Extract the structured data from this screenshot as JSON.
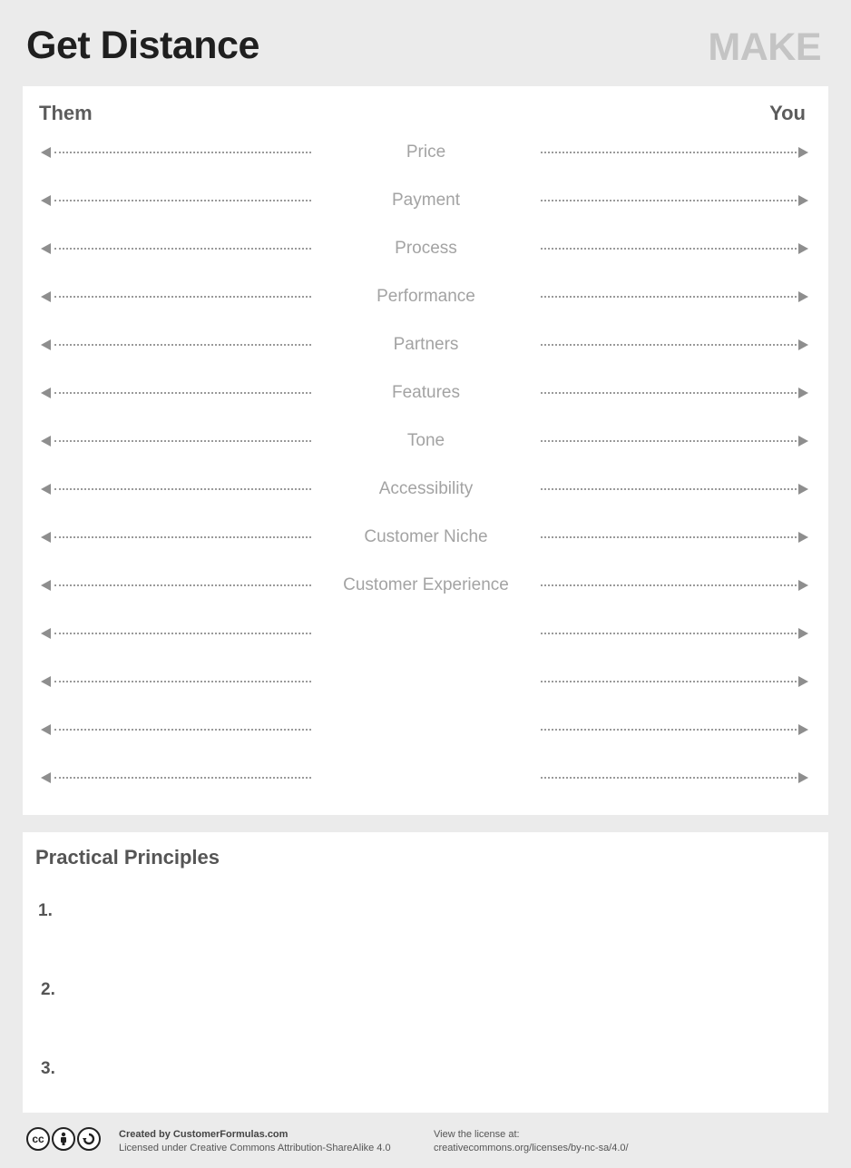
{
  "header": {
    "title": "Get Distance",
    "badge": "MAKE"
  },
  "scale": {
    "left_label": "Them",
    "right_label": "You",
    "rows": [
      "Price",
      "Payment",
      "Process",
      "Performance",
      "Partners",
      "Features",
      "Tone",
      "Accessibility",
      "Customer Niche",
      "Customer Experience",
      "",
      "",
      "",
      ""
    ]
  },
  "principles": {
    "title": "Practical Principles",
    "items": [
      "1.",
      "2.",
      "3."
    ]
  },
  "footer": {
    "created_by": "Created by CustomerFormulas.com",
    "license": "Licensed under Creative Commons Attribution-ShareAlike 4.0",
    "view_label": "View the license at:",
    "license_url": "creativecommons.org/licenses/by-nc-sa/4.0/",
    "cc_icons": [
      "cc-icon",
      "attribution-icon",
      "sharealike-icon"
    ]
  },
  "colors": {
    "background": "#ebebeb",
    "panel": "#ffffff",
    "title": "#1f1f1f",
    "badge": "#c4c4c4",
    "row_label": "#a3a3a3",
    "arrow": "#8e8e8e"
  }
}
